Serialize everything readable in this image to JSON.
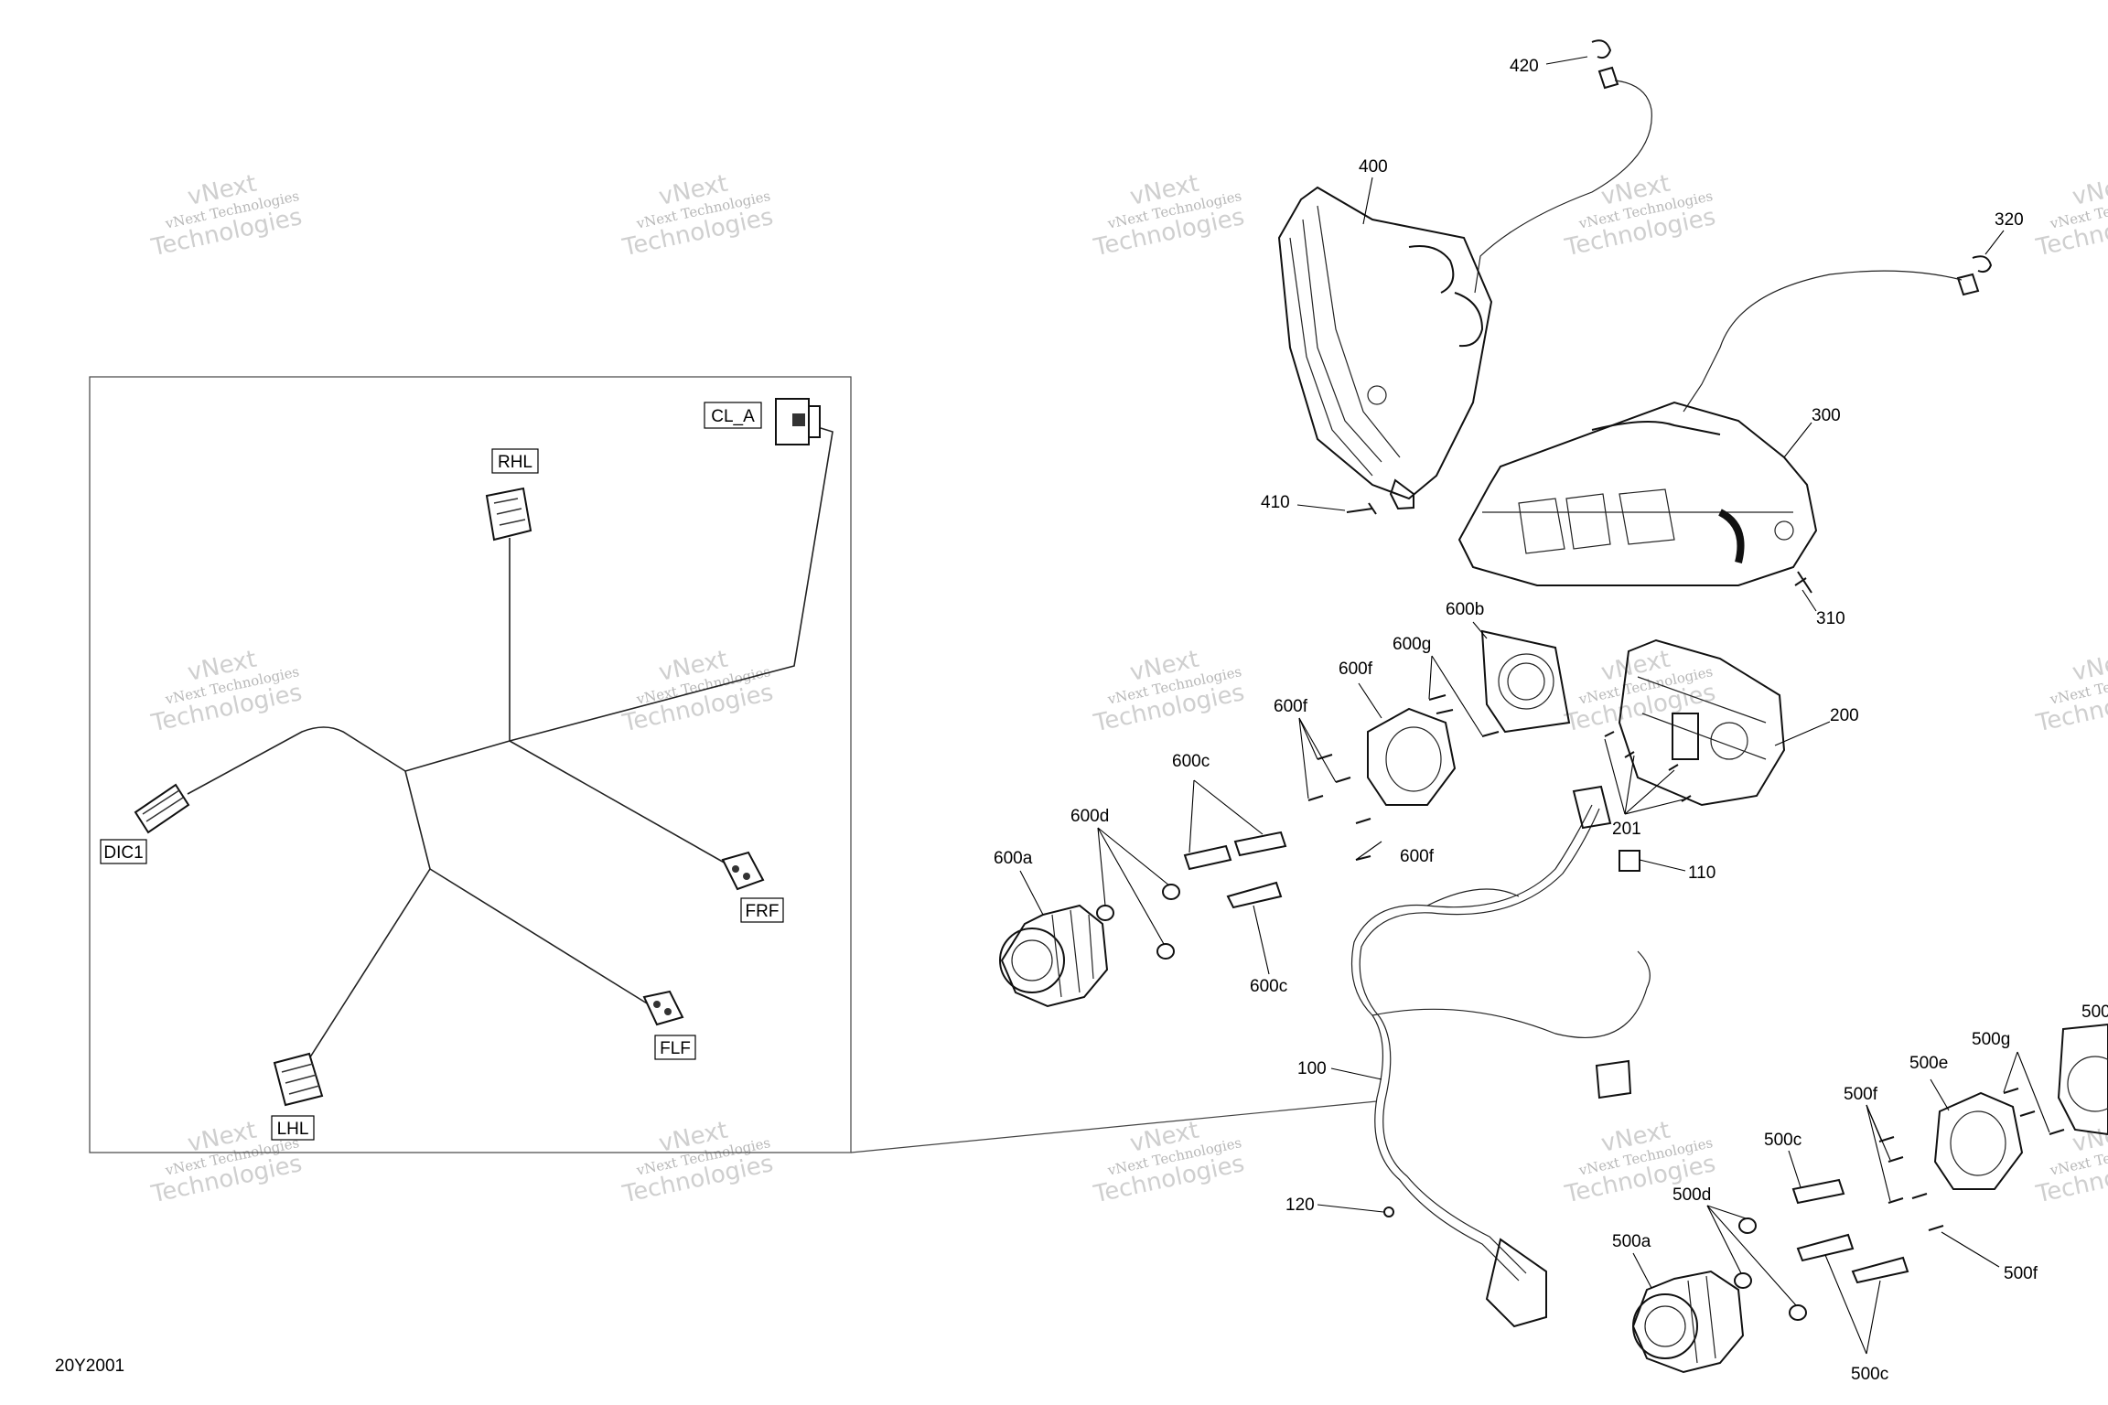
{
  "drawing": {
    "doc_id": "20Y2001",
    "watermark": {
      "line1": "vNext",
      "line2": "vNext Technologies",
      "line3": "Technologies"
    }
  },
  "inset": {
    "connectors": [
      {
        "id": "cl_a",
        "label": "CL_A"
      },
      {
        "id": "rhl",
        "label": "RHL"
      },
      {
        "id": "dic1",
        "label": "DIC1"
      },
      {
        "id": "frf",
        "label": "FRF"
      },
      {
        "id": "flf",
        "label": "FLF"
      },
      {
        "id": "lhl",
        "label": "LHL"
      }
    ]
  },
  "callouts": {
    "c420": "420",
    "c400": "400",
    "c320": "320",
    "c300": "300",
    "c410": "410",
    "c310": "310",
    "c600b": "600b",
    "c600g": "600g",
    "c600f_top": "600f",
    "c200": "200",
    "c600f_mid": "600f",
    "c600c_top": "600c",
    "c600d": "600d",
    "c600a": "600a",
    "c201": "201",
    "c110": "110",
    "c600f_low": "600f",
    "c600c_low": "600c",
    "c100": "100",
    "c120": "120",
    "c500_edge": "500",
    "c500g": "500g",
    "c500e": "500e",
    "c500f_top": "500f",
    "c500c_top": "500c",
    "c500d": "500d",
    "c500a": "500a",
    "c500f_low": "500f",
    "c500c_low": "500c"
  }
}
